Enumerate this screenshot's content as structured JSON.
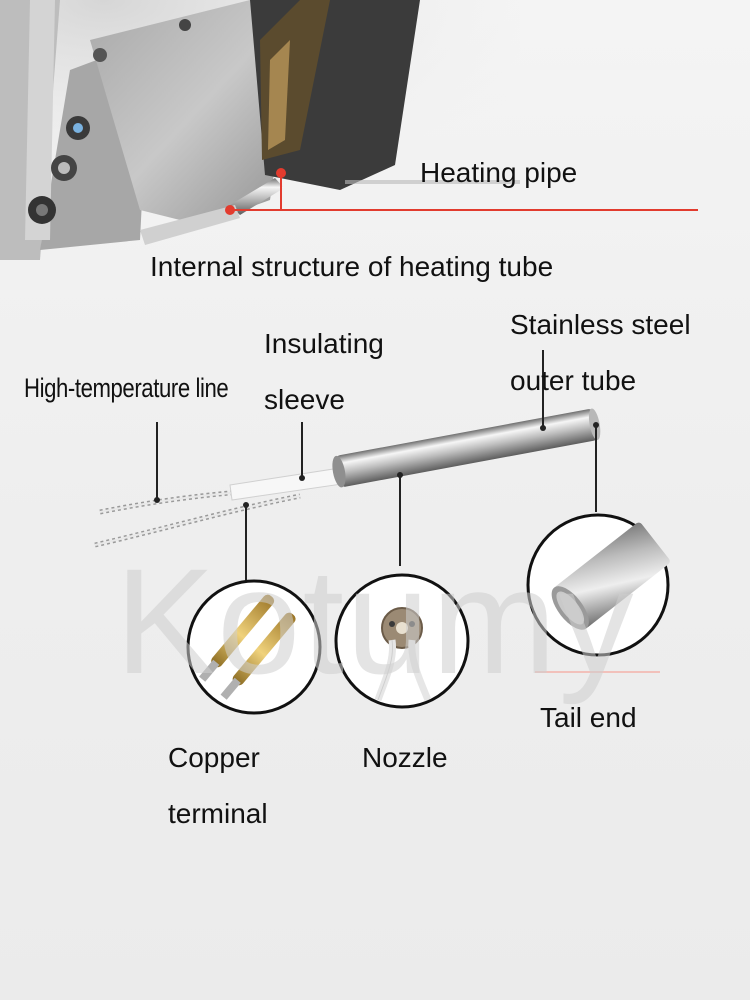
{
  "labels": {
    "heating_pipe": "Heating pipe",
    "title": "Internal structure of heating tube",
    "insulating_sleeve_1": "Insulating",
    "insulating_sleeve_2": "sleeve",
    "stainless_1": "Stainless steel",
    "stainless_2": "outer tube",
    "high_temp_line": "High-temperature line",
    "copper_1": "Copper",
    "copper_2": "terminal",
    "nozzle": "Nozzle",
    "tail_end": "Tail end"
  },
  "watermark": "Kotumy",
  "colors": {
    "callout_red": "#e23b2e",
    "leader": "#222222",
    "steel_dark": "#7e7e7e",
    "steel_light": "#f5f5f5",
    "brass": "#c9a24a"
  }
}
